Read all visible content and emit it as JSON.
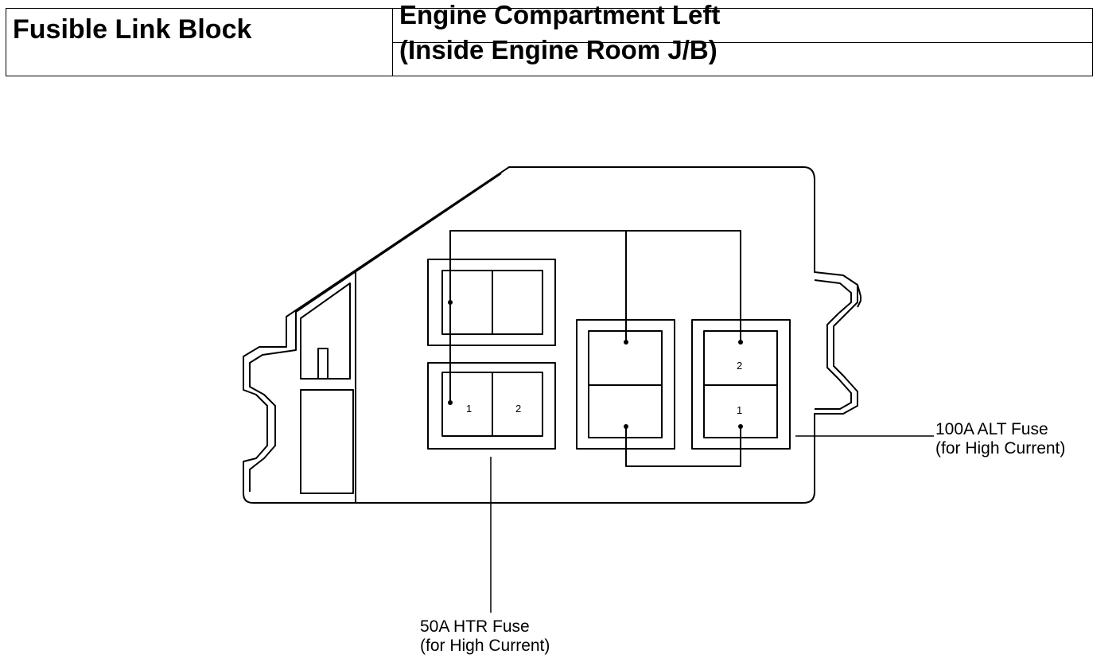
{
  "header": {
    "title": "Fusible Link Block",
    "location_line1": "Engine Compartment Left",
    "location_line2": "(Inside Engine Room J/B)"
  },
  "labels": {
    "alt_fuse_line1": "100A ALT Fuse",
    "alt_fuse_line2": "(for High Current)",
    "htr_fuse_line1": "50A HTR Fuse",
    "htr_fuse_line2": "(for High Current)"
  },
  "pins": {
    "htr_pin1": "1",
    "htr_pin2": "2",
    "alt_pin2": "2",
    "alt_pin1": "1"
  },
  "colors": {
    "line": "#000000",
    "background": "#ffffff"
  }
}
